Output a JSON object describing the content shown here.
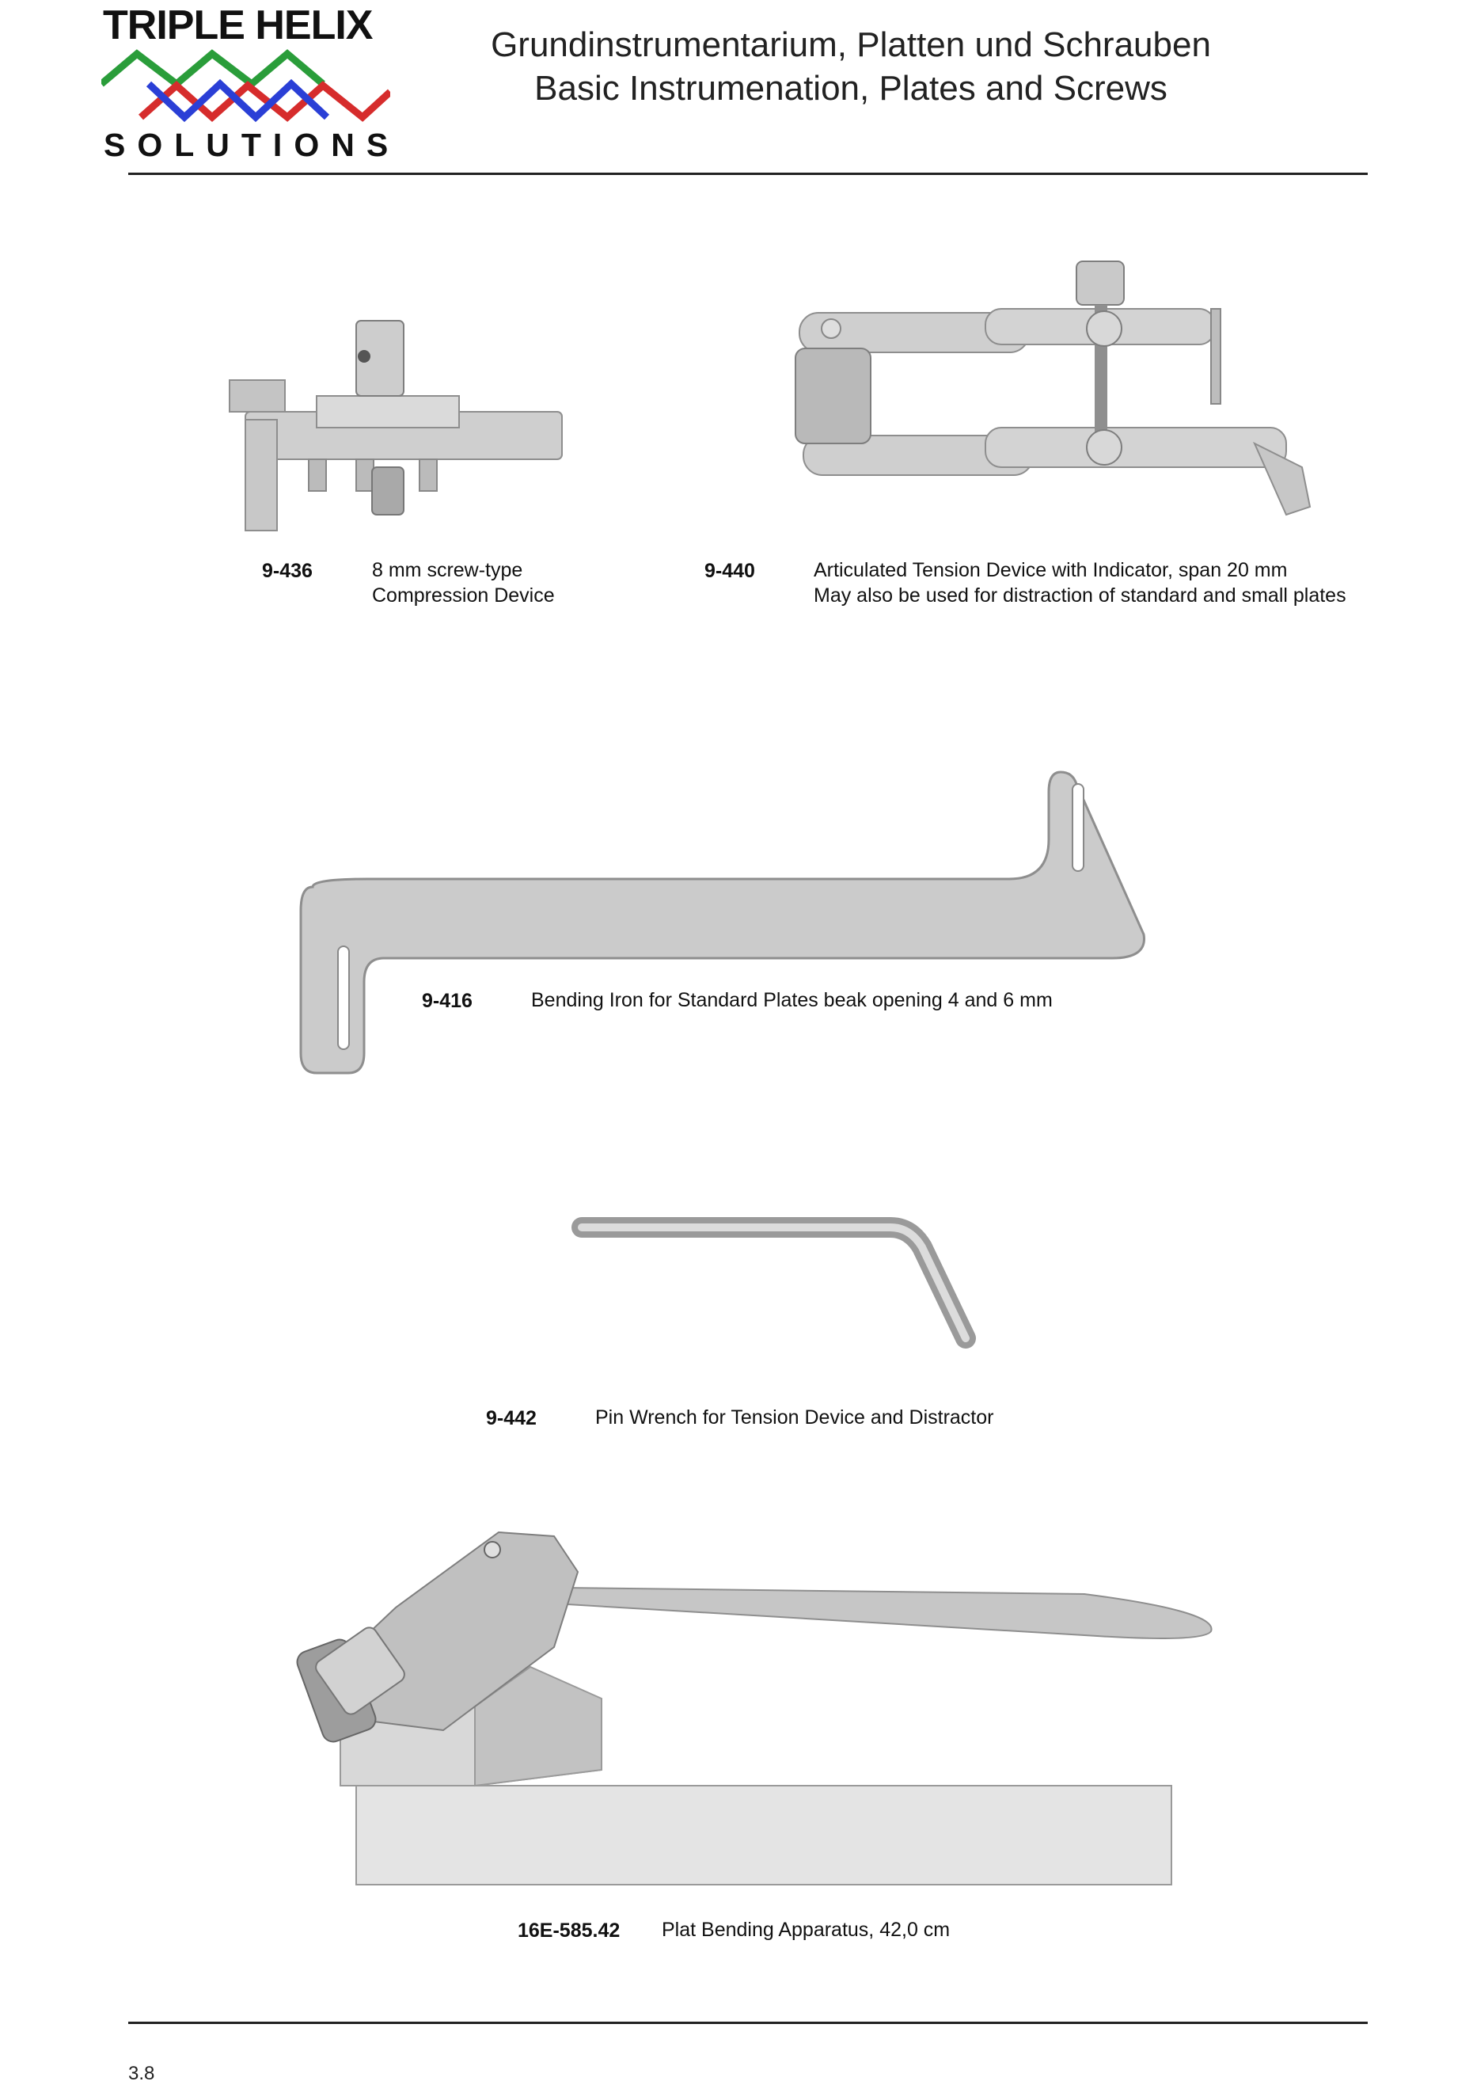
{
  "logo": {
    "top_text": "TRIPLE HELIX",
    "bottom_text": "SOLUTIONS",
    "wave_colors": [
      "#2a9d3a",
      "#d62c2c",
      "#2a3fd6"
    ]
  },
  "header": {
    "title_de": "Grundinstrumentarium, Platten und Schrauben",
    "title_en": "Basic Instrumenation, Plates and Screws"
  },
  "products": [
    {
      "code": "9-436",
      "desc_line1": "8 mm screw-type",
      "desc_line2": "Compression Device",
      "icon": "compression-device"
    },
    {
      "code": "9-440",
      "desc_line1": "Articulated Tension Device with Indicator, span 20 mm",
      "desc_line2": "May also be used for distraction of standard and small plates",
      "icon": "tension-device"
    },
    {
      "code": "9-416",
      "desc_line1": "Bending Iron for Standard Plates beak opening 4 and 6 mm",
      "icon": "bending-iron"
    },
    {
      "code": "9-442",
      "desc_line1": "Pin Wrench for Tension Device and Distractor",
      "icon": "pin-wrench"
    },
    {
      "code": "16E-585.42",
      "desc_line1": "Plat Bending Apparatus, 42,0 cm",
      "icon": "plate-bending-apparatus"
    }
  ],
  "footer": {
    "page_number": "3.8"
  },
  "colors": {
    "metal": "#c9c9c9",
    "metal_dark": "#8e8e8e",
    "metal_light": "#e2e2e2"
  }
}
